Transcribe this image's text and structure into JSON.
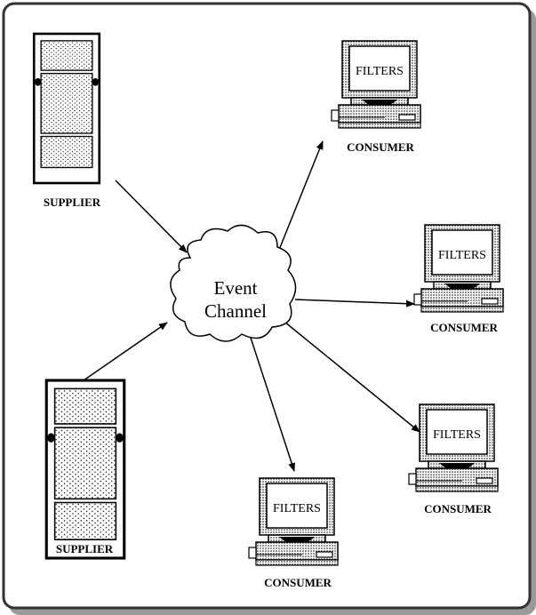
{
  "channel": {
    "line1": "Event",
    "line2": "Channel"
  },
  "suppliers": [
    {
      "label": "SUPPLIER"
    },
    {
      "label": "SUPPLIER"
    }
  ],
  "consumers": [
    {
      "label": "CONSUMER",
      "screen_text": "FILTERS"
    },
    {
      "label": "CONSUMER",
      "screen_text": "FILTERS"
    },
    {
      "label": "CONSUMER",
      "screen_text": "FILTERS"
    },
    {
      "label": "CONSUMER",
      "screen_text": "FILTERS"
    }
  ],
  "colors": {
    "ink": "#000000",
    "frame_border": "#333333",
    "frame_shadow": "#9a9a9a"
  }
}
